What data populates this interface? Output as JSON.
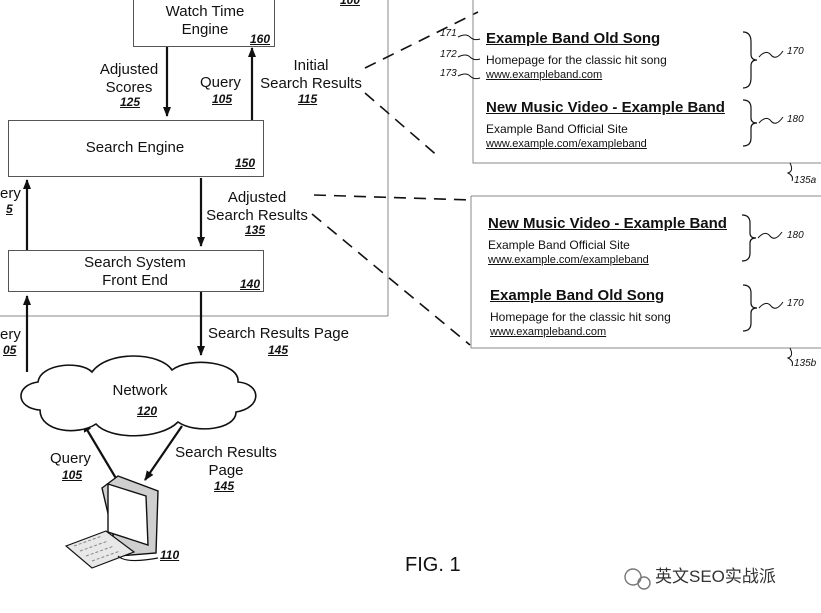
{
  "diagram": {
    "watch_time_engine": {
      "label": "Watch Time\nEngine",
      "ref": "160",
      "top_ref_fragment": "100"
    },
    "search_engine": {
      "label": "Search Engine",
      "ref": "150"
    },
    "front_end": {
      "label": "Search System\nFront End",
      "ref": "140"
    },
    "network": {
      "label": "Network",
      "ref": "120"
    },
    "client_ref": "110",
    "left_query_top": {
      "label": "ery",
      "ref": "5"
    },
    "left_query_bottom": {
      "label": "ery",
      "ref": "05"
    },
    "adjusted_scores": {
      "label": "Adjusted\nScores",
      "ref": "125"
    },
    "query_upper": {
      "label": "Query",
      "ref": "105"
    },
    "initial_results": {
      "label": "Initial\nSearch Results",
      "ref": "115"
    },
    "adjusted_results": {
      "label": "Adjusted\nSearch Results",
      "ref": "135"
    },
    "results_page_upper": {
      "label": "Search Results Page",
      "ref": "145"
    },
    "query_lower": {
      "label": "Query",
      "ref": "105"
    },
    "results_page_lower": {
      "label": "Search Results\nPage",
      "ref": "145"
    },
    "panel_a": {
      "ref": "135a",
      "results": [
        {
          "title": "Example Band Old Song",
          "desc": "Homepage for the classic hit song",
          "url": "www.exampleband.com",
          "ref": "170",
          "line_refs": [
            "171",
            "172",
            "173"
          ]
        },
        {
          "title": "New Music Video - Example Band",
          "desc": "Example Band Official Site",
          "url": "www.example.com/exampleband",
          "ref": "180"
        }
      ]
    },
    "panel_b": {
      "ref": "135b",
      "results": [
        {
          "title": "New Music Video - Example Band",
          "desc": "Example Band Official Site",
          "url": "www.example.com/exampleband",
          "ref": "180"
        },
        {
          "title": "Example Band Old Song",
          "desc": "Homepage for the classic hit song",
          "url": "www.exampleband.com",
          "ref": "170"
        }
      ]
    },
    "figure_label": "FIG. 1",
    "watermark": "英文SEO实战派"
  }
}
